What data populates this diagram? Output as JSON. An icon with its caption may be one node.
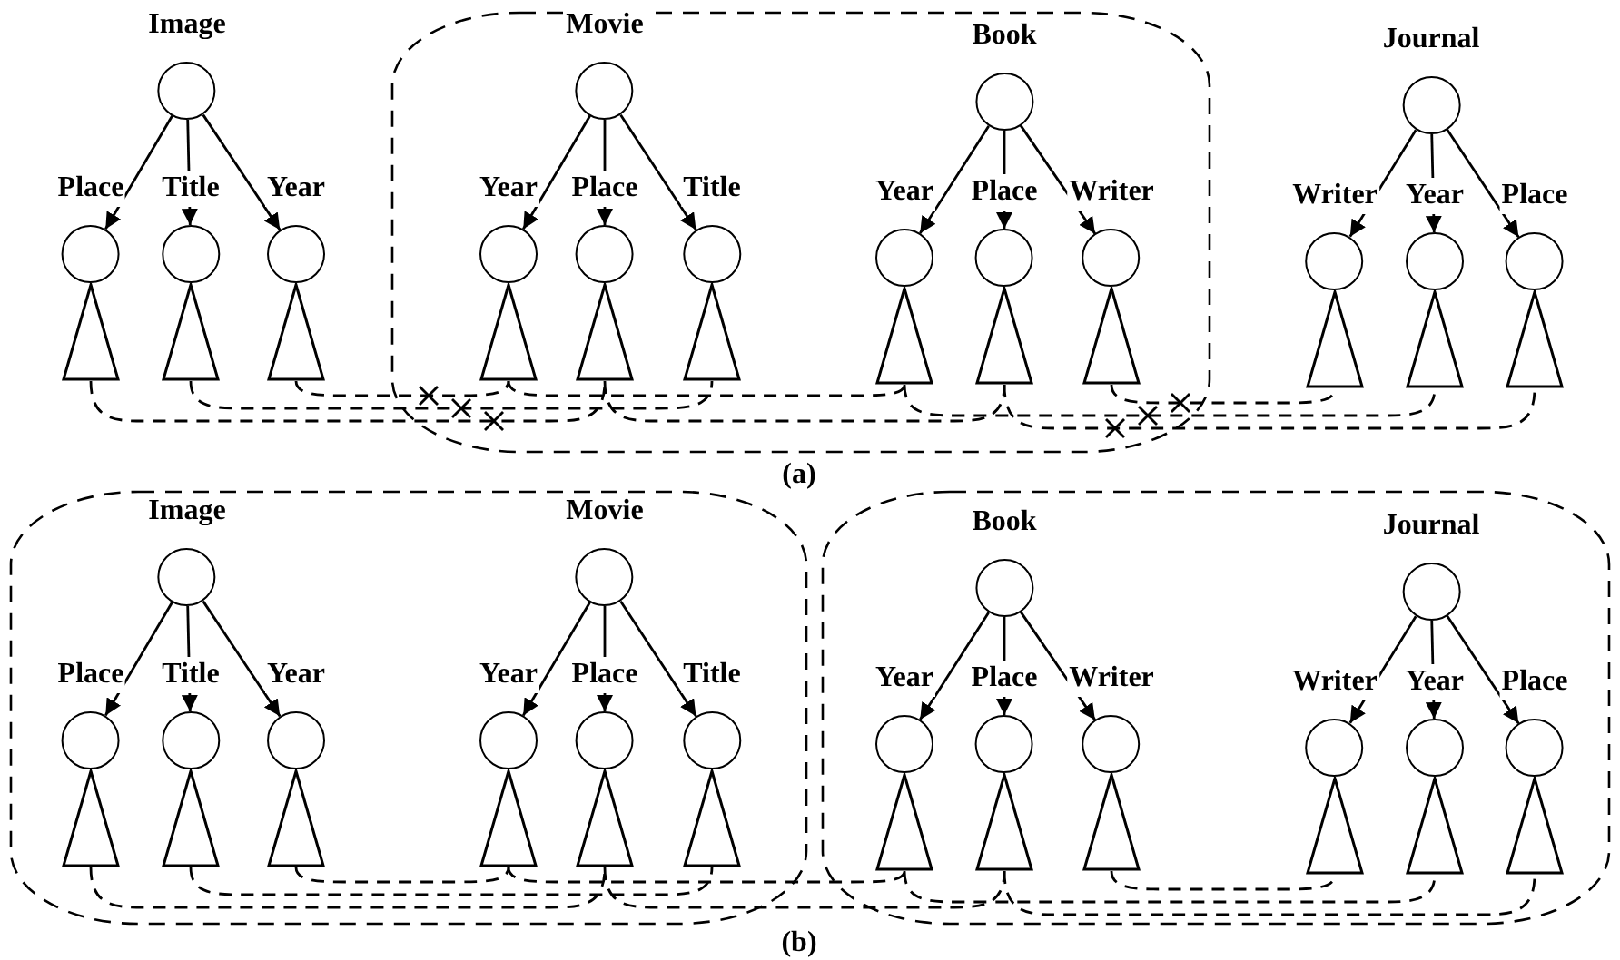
{
  "diagram": {
    "nodes": [
      {
        "text": [
          "Image"
        ]
      },
      {
        "text": [
          "Place"
        ]
      },
      {
        "text": [
          "Title"
        ]
      },
      {
        "text": [
          "Year"
        ]
      },
      {
        "text": [],
        "shape": "triangle"
      },
      {
        "text": [],
        "shape": "triangle"
      },
      {
        "text": [],
        "shape": "triangle"
      },
      {
        "text": [],
        "shape": "box"
      },
      {
        "text": [
          "Movie"
        ],
        "in": 7
      },
      {
        "text": [
          "Year"
        ],
        "in": 7
      },
      {
        "text": [
          "Place"
        ],
        "in": 7
      },
      {
        "text": [
          "Title"
        ],
        "in": 7
      },
      {
        "text": [],
        "shape": "triangle",
        "in": 7
      },
      {
        "text": [],
        "shape": "triangle",
        "in": 7
      },
      {
        "text": [],
        "shape": "triangle",
        "in": 7
      },
      {
        "text": [
          "Book"
        ],
        "in": 7
      },
      {
        "text": [
          "Year"
        ],
        "in": 7
      },
      {
        "text": [
          "Place"
        ],
        "in": 7
      },
      {
        "text": [
          "Writer"
        ],
        "in": 7
      },
      {
        "text": [],
        "shape": "triangle",
        "in": 7
      },
      {
        "text": [],
        "shape": "triangle",
        "in": 7
      },
      {
        "text": [],
        "shape": "triangle",
        "in": 7
      },
      {
        "text": [
          "Journal"
        ]
      },
      {
        "text": [
          "Writer"
        ]
      },
      {
        "text": [
          "Year"
        ]
      },
      {
        "text": [
          "Place"
        ]
      },
      {
        "text": [],
        "shape": "triangle"
      },
      {
        "text": [],
        "shape": "triangle"
      },
      {
        "text": [],
        "shape": "triangle"
      },
      {
        "text": [],
        "shape": "box"
      },
      {
        "text": [
          "Image"
        ],
        "in": 29
      },
      {
        "text": [
          "Place"
        ],
        "in": 29
      },
      {
        "text": [
          "Title"
        ],
        "in": 29
      },
      {
        "text": [
          "Year"
        ],
        "in": 29
      },
      {
        "text": [],
        "shape": "triangle",
        "in": 29
      },
      {
        "text": [],
        "shape": "triangle",
        "in": 29
      },
      {
        "text": [],
        "shape": "triangle",
        "in": 29
      },
      {
        "text": [
          "Movie"
        ],
        "in": 29
      },
      {
        "text": [
          "Year"
        ],
        "in": 29
      },
      {
        "text": [
          "Place"
        ],
        "in": 29
      },
      {
        "text": [
          "Title"
        ],
        "in": 29
      },
      {
        "text": [],
        "shape": "triangle",
        "in": 29
      },
      {
        "text": [],
        "shape": "triangle",
        "in": 29
      },
      {
        "text": [],
        "shape": "triangle",
        "in": 29
      },
      {
        "text": [],
        "shape": "box"
      },
      {
        "text": [
          "Book"
        ],
        "in": 44
      },
      {
        "text": [
          "Year"
        ],
        "in": 44
      },
      {
        "text": [
          "Place"
        ],
        "in": 44
      },
      {
        "text": [
          "Writer"
        ],
        "in": 44
      },
      {
        "text": [],
        "shape": "triangle",
        "in": 44
      },
      {
        "text": [],
        "shape": "triangle",
        "in": 44
      },
      {
        "text": [],
        "shape": "triangle",
        "in": 44
      },
      {
        "text": [
          "Journal"
        ],
        "in": 44
      },
      {
        "text": [
          "Writer"
        ],
        "in": 44
      },
      {
        "text": [
          "Year"
        ],
        "in": 44
      },
      {
        "text": [
          "Place"
        ],
        "in": 44
      },
      {
        "text": [],
        "shape": "triangle",
        "in": 44
      },
      {
        "text": [],
        "shape": "triangle",
        "in": 44
      },
      {
        "text": [],
        "shape": "triangle",
        "in": 44
      }
    ],
    "edges": [
      {
        "from": 0,
        "to": 1,
        "arrow": "to"
      },
      {
        "from": 0,
        "to": 2,
        "arrow": "to"
      },
      {
        "from": 0,
        "to": 3,
        "arrow": "to"
      },
      {
        "from": 8,
        "to": 9,
        "arrow": "to"
      },
      {
        "from": 8,
        "to": 10,
        "arrow": "to"
      },
      {
        "from": 8,
        "to": 11,
        "arrow": "to"
      },
      {
        "from": 15,
        "to": 16,
        "arrow": "to"
      },
      {
        "from": 15,
        "to": 17,
        "arrow": "to"
      },
      {
        "from": 15,
        "to": 18,
        "arrow": "to"
      },
      {
        "from": 22,
        "to": 23,
        "arrow": "to"
      },
      {
        "from": 22,
        "to": 24,
        "arrow": "to"
      },
      {
        "from": 22,
        "to": 25,
        "arrow": "to"
      },
      {
        "from": 30,
        "to": 31,
        "arrow": "to"
      },
      {
        "from": 30,
        "to": 32,
        "arrow": "to"
      },
      {
        "from": 30,
        "to": 33,
        "arrow": "to"
      },
      {
        "from": 37,
        "to": 38,
        "arrow": "to"
      },
      {
        "from": 37,
        "to": 39,
        "arrow": "to"
      },
      {
        "from": 37,
        "to": 40,
        "arrow": "to"
      },
      {
        "from": 45,
        "to": 46,
        "arrow": "to"
      },
      {
        "from": 45,
        "to": 47,
        "arrow": "to"
      },
      {
        "from": 45,
        "to": 48,
        "arrow": "to"
      },
      {
        "from": 52,
        "to": 53,
        "arrow": "to"
      },
      {
        "from": 52,
        "to": 54,
        "arrow": "to"
      },
      {
        "from": 52,
        "to": 55,
        "arrow": "to"
      },
      {
        "from": 6,
        "to": 12,
        "arrow": "none",
        "style": "dashed"
      },
      {
        "from": 5,
        "to": 14,
        "arrow": "none",
        "style": "dashed"
      },
      {
        "from": 4,
        "to": 13,
        "arrow": "none",
        "style": "dashed"
      },
      {
        "from": 12,
        "to": 19,
        "arrow": "none",
        "style": "dashed"
      },
      {
        "from": 13,
        "to": 20,
        "arrow": "none",
        "style": "dashed"
      },
      {
        "from": 21,
        "to": 26,
        "arrow": "none",
        "style": "dashed"
      },
      {
        "from": 19,
        "to": 27,
        "arrow": "none",
        "style": "dashed"
      },
      {
        "from": 20,
        "to": 28,
        "arrow": "none",
        "style": "dashed"
      },
      {
        "from": 36,
        "to": 41,
        "arrow": "none",
        "style": "dashed"
      },
      {
        "from": 35,
        "to": 43,
        "arrow": "none",
        "style": "dashed"
      },
      {
        "from": 34,
        "to": 42,
        "arrow": "none",
        "style": "dashed"
      },
      {
        "from": 41,
        "to": 49,
        "arrow": "none",
        "style": "dashed"
      },
      {
        "from": 42,
        "to": 50,
        "arrow": "none",
        "style": "dashed"
      },
      {
        "from": 51,
        "to": 56,
        "arrow": "none",
        "style": "dashed"
      },
      {
        "from": 49,
        "to": 57,
        "arrow": "none",
        "style": "dashed"
      },
      {
        "from": 50,
        "to": 58,
        "arrow": "none",
        "style": "dashed"
      }
    ],
    "labels": [
      "(a)",
      "(b)"
    ]
  }
}
